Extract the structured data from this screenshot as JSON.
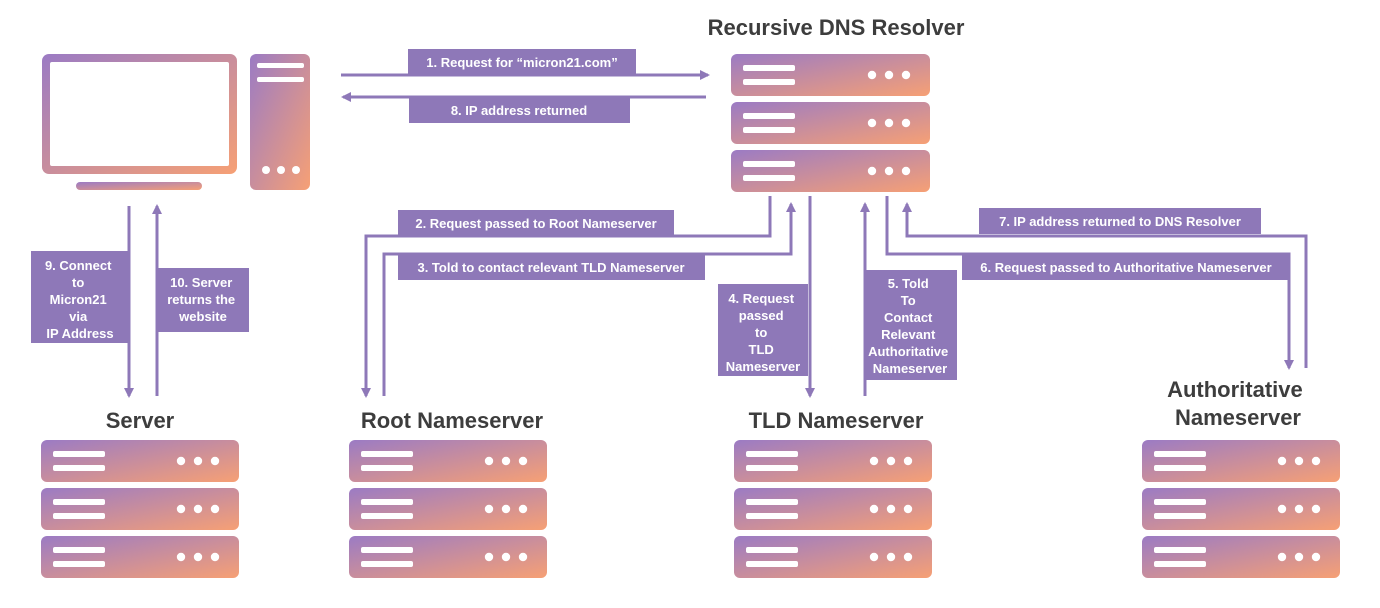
{
  "colors": {
    "gradient_start": "#9b7bc4",
    "gradient_end": "#f6a075",
    "arrow": "#8e78b8",
    "label_box": "#8e78b8",
    "heading": "#3d3d3d"
  },
  "icons": [
    "computer-monitor-icon",
    "computer-tower-icon",
    "server-rack-icon",
    "arrow-icon"
  ],
  "nodes": {
    "resolver": "Recursive DNS Resolver",
    "server": "Server",
    "root": "Root Nameserver",
    "tld": "TLD Nameserver",
    "authoritative": [
      "Authoritative",
      "Nameserver"
    ]
  },
  "steps": {
    "s1": "1. Request for “micron21.com”",
    "s2": "2. Request passed to Root Nameserver",
    "s3": "3. Told to contact relevant TLD Nameserver",
    "s4": [
      "4. Request",
      "passed",
      "to",
      "TLD",
      "Nameserver"
    ],
    "s5": [
      "5. Told",
      "To",
      "Contact",
      "Relevant",
      "Authoritative",
      "Nameserver"
    ],
    "s6": "6. Request passed to Authoritative Nameserver",
    "s7": "7. IP address returned to DNS Resolver",
    "s8": "8. IP address returned",
    "s9": [
      "9. Connect",
      "to",
      "Micron21",
      "via",
      "IP Address"
    ],
    "s10": [
      "10. Server",
      "returns the",
      "website"
    ]
  }
}
